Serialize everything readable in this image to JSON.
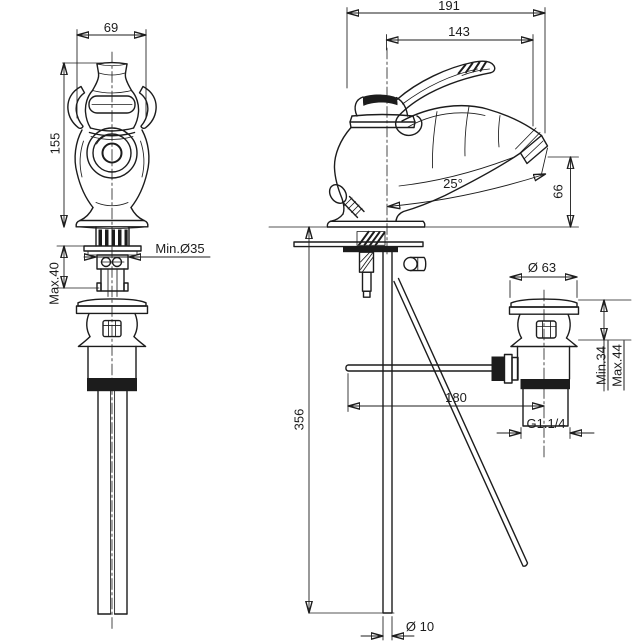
{
  "colors": {
    "line": "#1c1c1c",
    "background": "#ffffff"
  },
  "front_view": {
    "dim_width": "69",
    "dim_height": "155",
    "dim_min_hole": "Min.Ø35",
    "dim_max_deck": "Max.40"
  },
  "side_view": {
    "dim_total_depth": "191",
    "dim_spout_reach": "143",
    "dim_spout_angle": "25°",
    "dim_spout_height": "66",
    "dim_drain_offset": "180",
    "dim_rod_length": "356",
    "dim_rod_diameter": "Ø 10"
  },
  "drain": {
    "dim_flange_diameter": "Ø 63",
    "dim_min_height": "Min.34",
    "dim_max_height": "Max.44",
    "dim_thread": "G1.1/4"
  }
}
